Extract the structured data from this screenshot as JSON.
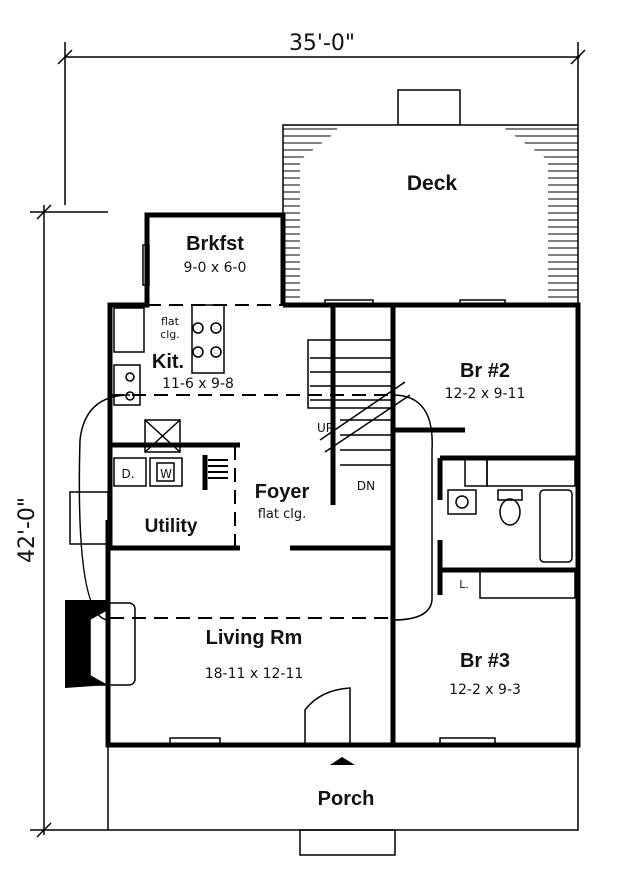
{
  "dimensions": {
    "width": "35'-0\"",
    "depth": "42'-0\""
  },
  "rooms": {
    "deck": {
      "name": "Deck"
    },
    "brkfst": {
      "name": "Brkfst",
      "size": "9-0 x 6-0"
    },
    "kitchen": {
      "name": "Kit.",
      "size": "11-6 x 9-8",
      "note1": "flat",
      "note2": "clg."
    },
    "br2": {
      "name": "Br #2",
      "size": "12-2 x 9-11"
    },
    "foyer": {
      "name": "Foyer",
      "note": "flat clg."
    },
    "utility": {
      "name": "Utility",
      "dryer": "D.",
      "washer": "W"
    },
    "living": {
      "name": "Living Rm",
      "size": "18-11 x 12-11"
    },
    "br3": {
      "name": "Br #3",
      "size": "12-2 x 9-3"
    },
    "porch": {
      "name": "Porch"
    },
    "linen": "L."
  },
  "stairs": {
    "up": "UP",
    "down": "DN"
  }
}
